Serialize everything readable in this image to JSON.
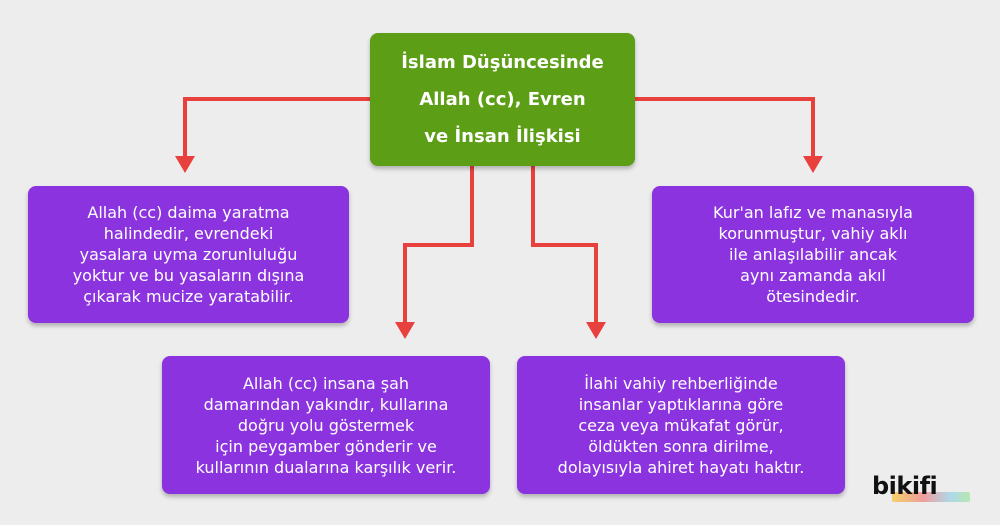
{
  "center": {
    "lines": [
      "İslam Düşüncesinde",
      "Allah (cc), Evren",
      "ve İnsan İlişkisi"
    ]
  },
  "boxes": [
    {
      "lines": [
        "Allah (cc) daima yaratma",
        "halindedir, evrendeki",
        "yasalara uyma zorunluluğu",
        "yoktur ve bu yasaların dışına",
        "çıkarak mucize yaratabilir."
      ]
    },
    {
      "lines": [
        "Kur'an lafız ve manasıyla",
        "korunmuştur, vahiy aklı",
        "ile anlaşılabilir ancak",
        "aynı zamanda akıl",
        "ötesindedir."
      ]
    },
    {
      "lines": [
        "Allah (cc) insana şah",
        "damarından yakındır, kullarına",
        "doğru yolu göstermek",
        "için peygamber gönderir ve",
        "kullarının dualarına karşılık verir."
      ]
    },
    {
      "lines": [
        "İlahi vahiy rehberliğinde",
        "insanlar yaptıklarına göre",
        "ceza veya mükafat görür,",
        "öldükten sonra dirilme,",
        "dolayısıyla ahiret hayatı haktır."
      ]
    }
  ],
  "logo": {
    "text": "bikifi"
  },
  "colors": {
    "background": "#ededee",
    "center_box": "#5c9e16",
    "purple_box": "#8c33e0",
    "arrow": "#e8413d"
  }
}
